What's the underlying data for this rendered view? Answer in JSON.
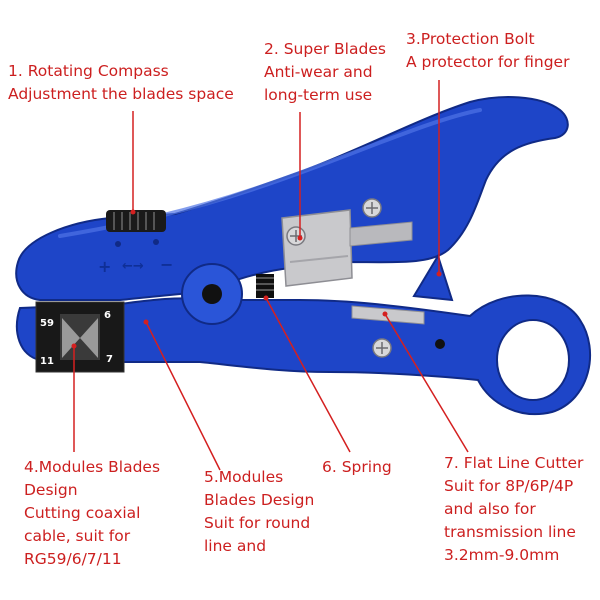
{
  "colors": {
    "tool_blue": "#1e45c8",
    "tool_dark": "#102a86",
    "blade_silver": "#c9c9cc",
    "label_red": "#cc1f1f",
    "leader_red": "#d42020"
  },
  "callouts": [
    {
      "id": "rotating-compass",
      "lines": [
        "1. Rotating Compass",
        "Adjustment the blades space"
      ]
    },
    {
      "id": "super-blades",
      "lines": [
        "2. Super Blades",
        "Anti-wear and",
        "long-term use"
      ]
    },
    {
      "id": "protection-bolt",
      "lines": [
        "3.Protection Bolt",
        "A protector for finger"
      ]
    },
    {
      "id": "modules-blades-coaxial",
      "lines": [
        "4.Modules Blades",
        "Design",
        "Cutting coaxial",
        "cable, suit for",
        "RG59/6/7/11"
      ]
    },
    {
      "id": "modules-blades-round",
      "lines": [
        "5.Modules",
        "Blades Design",
        "Suit for round",
        "line and"
      ]
    },
    {
      "id": "spring",
      "lines": [
        "6.  Spring"
      ]
    },
    {
      "id": "flat-line-cutter",
      "lines": [
        "7. Flat Line Cutter",
        "Suit for 8P/6P/4P",
        "and also for",
        "transmission line",
        "3.2mm-9.0mm"
      ]
    }
  ],
  "module_labels": [
    "59",
    "6",
    "11",
    "7"
  ],
  "dial_symbols": [
    "+",
    "←→",
    "−"
  ]
}
